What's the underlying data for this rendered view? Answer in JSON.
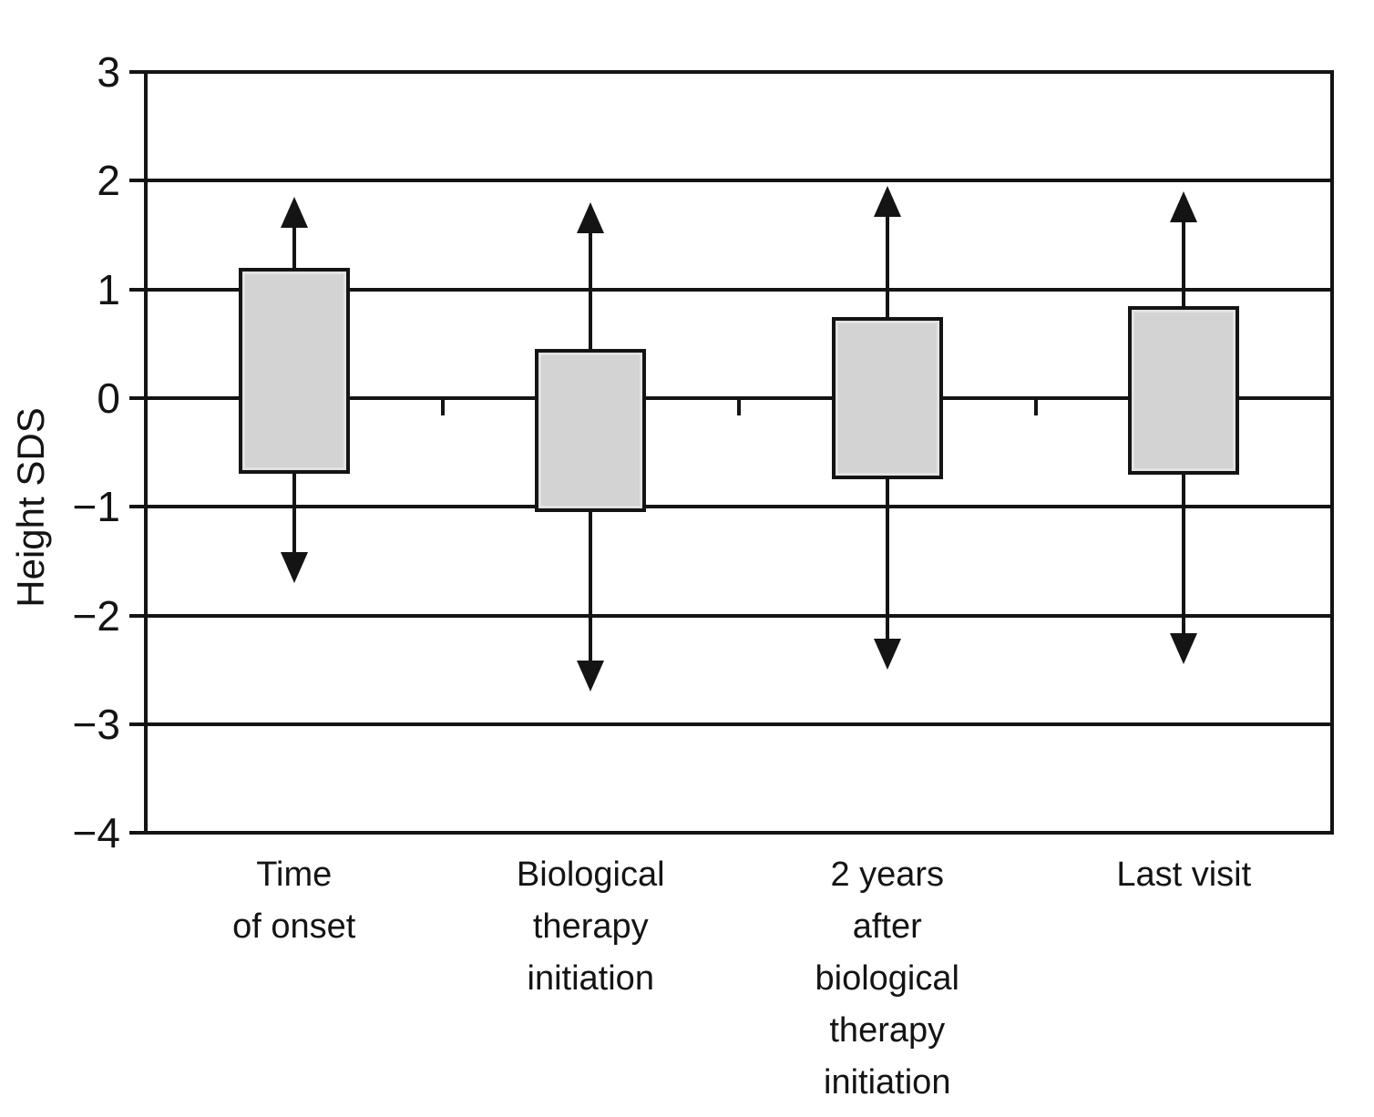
{
  "chart_data": {
    "type": "box",
    "title": "",
    "ylabel": "Height SDS",
    "xlabel": "",
    "ylim": [
      -4,
      3
    ],
    "yticks": [
      3,
      2,
      1,
      0,
      -1,
      -2,
      -3,
      -4
    ],
    "ytick_labels": [
      "3",
      "2",
      "1",
      "0",
      "−1",
      "−2",
      "−3",
      "−4"
    ],
    "grid": "horizontal gridlines at every integer value, full rectangular plot border",
    "legend_position": "none",
    "categories": [
      "Time of onset",
      "Biological therapy initiation",
      "2 years after biological therapy initiation",
      "Last visit"
    ],
    "category_label_lines": [
      [
        "Time",
        "of onset"
      ],
      [
        "Biological",
        "therapy",
        "initiation"
      ],
      [
        "2 years",
        "after",
        "biological",
        "therapy",
        "initiation"
      ],
      [
        "Last visit"
      ]
    ],
    "series": [
      {
        "name": "Height SDS",
        "points": [
          {
            "category": "Time of onset",
            "whisker_low": -1.7,
            "box_low": -0.7,
            "box_high": 1.2,
            "whisker_high": 1.85
          },
          {
            "category": "Biological therapy initiation",
            "whisker_low": -2.7,
            "box_low": -1.05,
            "box_high": 0.45,
            "whisker_high": 1.8
          },
          {
            "category": "2 years after biological therapy initiation",
            "whisker_low": -2.5,
            "box_low": -0.75,
            "box_high": 0.75,
            "whisker_high": 1.95
          },
          {
            "category": "Last visit",
            "whisker_low": -2.45,
            "box_low": -0.7,
            "box_high": 0.85,
            "whisker_high": 1.9
          }
        ]
      }
    ],
    "marker_style": "whiskers end in filled arrowheads pointing away from the box",
    "colors": {
      "box_fill": "#d3d3d3",
      "box_border": "#141414",
      "line": "#141414",
      "background": "#ffffff",
      "text": "#141414"
    }
  }
}
